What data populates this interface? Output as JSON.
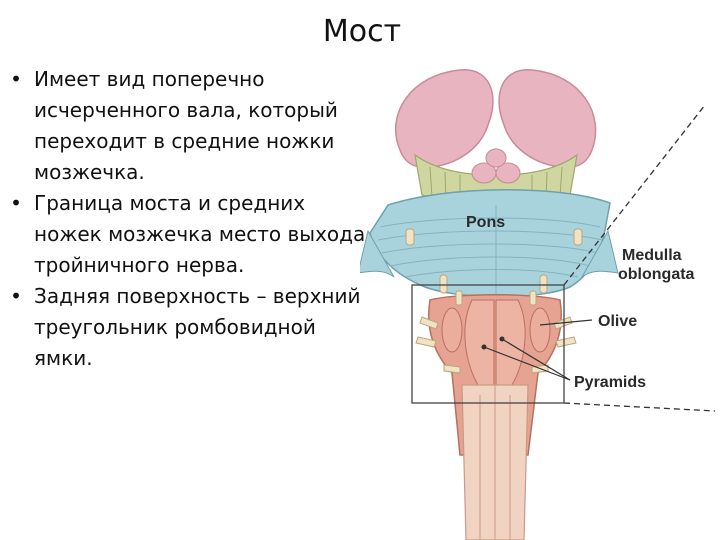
{
  "slide": {
    "title": "Мост",
    "bullets": [
      "Имеет вид поперечно исчерченного вала, который переходит в средние ножки мозжечка.",
      "Граница моста и средних ножек мозжечка место выхода тройничного нерва.",
      "Задняя поверхность – верхний треугольник ромбовидной ямки."
    ],
    "bullet_glyph": "•"
  },
  "figure": {
    "labels": {
      "pons": "Pons",
      "medulla_line1": "Medulla",
      "medulla_line2": "oblongata",
      "olive": "Olive",
      "pyramids": "Pyramids"
    },
    "colors": {
      "thalamus": "#e8b4c0",
      "pons": "#a9d3dc",
      "medulla": "#e6a391",
      "nerves": "#efe3c4",
      "peduncles": "#cfd6a0"
    }
  }
}
